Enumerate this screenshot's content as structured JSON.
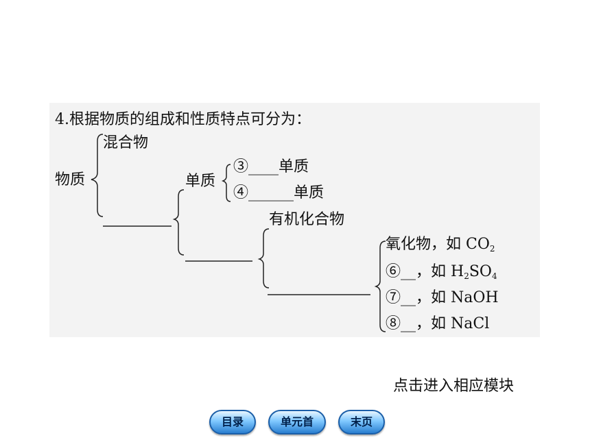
{
  "title": "4.根据物质的组成和性质特点可分为：",
  "nodes": {
    "root": "物质",
    "mixture": "混合物",
    "element": "单质",
    "item3": "③____单质",
    "item4": "④______单质",
    "organic": "有机化合物",
    "oxide": "氧化物，如 CO",
    "oxide_sub": "2",
    "item6": "⑥__，如 H",
    "item6_sub": "2",
    "item6_tail": "SO",
    "item6_sub2": "4",
    "item7": "⑦__，如 NaOH",
    "item8": "⑧__，如 NaCl"
  },
  "nav_hint": "点击进入相应模块",
  "nav": {
    "toc": "目录",
    "unit_start": "单元首",
    "last_page": "末页"
  }
}
